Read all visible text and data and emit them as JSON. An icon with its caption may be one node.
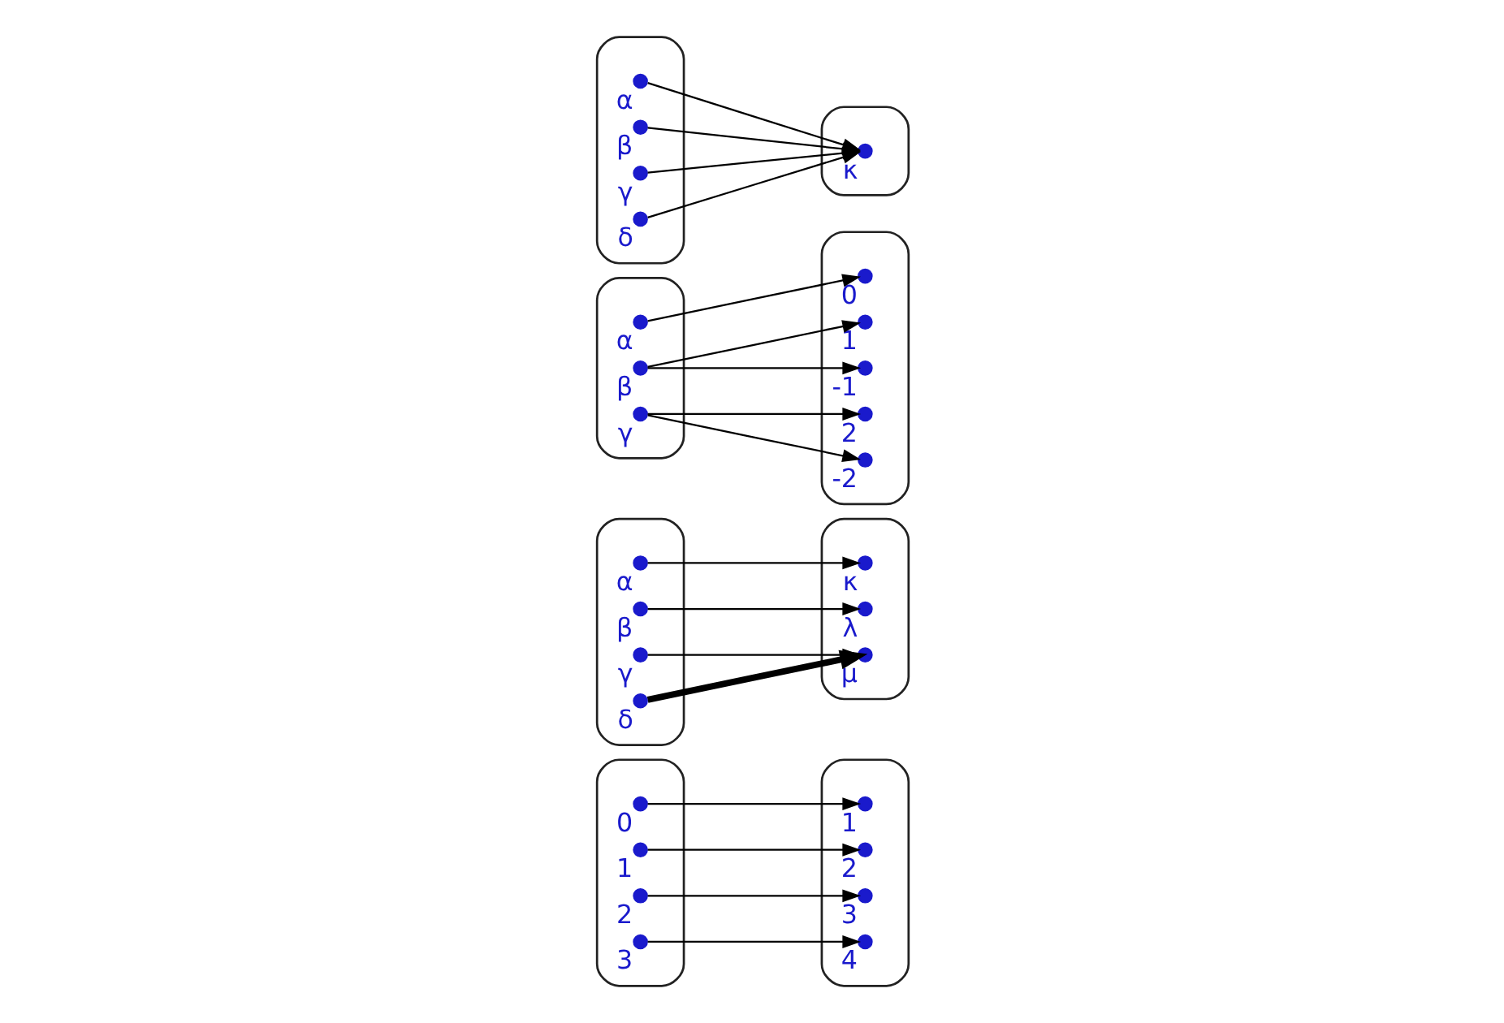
{
  "diagram": {
    "nodes": [
      {
        "text": [],
        "shape": "ellipse"
      },
      {
        "text": [
          "0"
        ],
        "in": 0
      },
      {
        "text": [
          "1"
        ],
        "in": 0
      },
      {
        "text": [
          "2"
        ],
        "in": 0
      },
      {
        "text": [
          "3"
        ],
        "in": 0
      },
      {
        "text": [],
        "shape": "ellipse"
      },
      {
        "text": [
          "1"
        ],
        "in": 5
      },
      {
        "text": [
          "2"
        ],
        "in": 5
      },
      {
        "text": [
          "3"
        ],
        "in": 5
      },
      {
        "text": [
          "4"
        ],
        "in": 5
      },
      {
        "text": [],
        "shape": "ellipse"
      },
      {
        "text": [
          "α"
        ],
        "in": 10
      },
      {
        "text": [
          "β"
        ],
        "in": 10
      },
      {
        "text": [
          "γ"
        ],
        "in": 10
      },
      {
        "text": [
          "δ"
        ],
        "in": 10
      },
      {
        "text": [],
        "shape": "ellipse"
      },
      {
        "text": [
          "κ"
        ],
        "in": 15
      },
      {
        "text": [
          "λ"
        ],
        "in": 15
      },
      {
        "text": [
          "μ"
        ],
        "in": 15
      },
      {
        "text": [],
        "shape": "ellipse"
      },
      {
        "text": [
          "α"
        ],
        "in": 19
      },
      {
        "text": [
          "β"
        ],
        "in": 19
      },
      {
        "text": [
          "γ"
        ],
        "in": 19
      },
      {
        "text": [],
        "shape": "ellipse"
      },
      {
        "text": [
          "0"
        ],
        "in": 23
      },
      {
        "text": [
          "1"
        ],
        "in": 23
      },
      {
        "text": [
          "-1"
        ],
        "in": 23
      },
      {
        "text": [
          "2"
        ],
        "in": 23
      },
      {
        "text": [
          "-2"
        ],
        "in": 23
      },
      {
        "text": [],
        "shape": "ellipse"
      },
      {
        "text": [
          "α"
        ],
        "in": 29
      },
      {
        "text": [
          "β"
        ],
        "in": 29
      },
      {
        "text": [
          "γ"
        ],
        "in": 29
      },
      {
        "text": [
          "δ"
        ],
        "in": 29
      },
      {
        "text": [],
        "shape": "ellipse"
      },
      {
        "text": [
          "κ"
        ],
        "in": 34
      }
    ],
    "edges": [
      {
        "from": 1,
        "to": 6,
        "arrow": "to"
      },
      {
        "from": 2,
        "to": 7,
        "arrow": "to"
      },
      {
        "from": 3,
        "to": 8,
        "arrow": "to"
      },
      {
        "from": 4,
        "to": 9,
        "arrow": "to"
      },
      {
        "from": 11,
        "to": 16,
        "arrow": "to"
      },
      {
        "from": 12,
        "to": 17,
        "arrow": "to"
      },
      {
        "from": 13,
        "to": 18,
        "arrow": "to"
      },
      {
        "from": 14,
        "to": 18,
        "arrow": "to",
        "style": "thick"
      },
      {
        "from": 20,
        "to": 24,
        "arrow": "to"
      },
      {
        "from": 21,
        "to": 25,
        "arrow": "to"
      },
      {
        "from": 21,
        "to": 26,
        "arrow": "to"
      },
      {
        "from": 22,
        "to": 27,
        "arrow": "to"
      },
      {
        "from": 22,
        "to": 28,
        "arrow": "to"
      },
      {
        "from": 30,
        "to": 35,
        "arrow": "to"
      },
      {
        "from": 31,
        "to": 35,
        "arrow": "to"
      },
      {
        "from": 32,
        "to": 35,
        "arrow": "to"
      },
      {
        "from": 33,
        "to": 35,
        "arrow": "to"
      }
    ]
  }
}
